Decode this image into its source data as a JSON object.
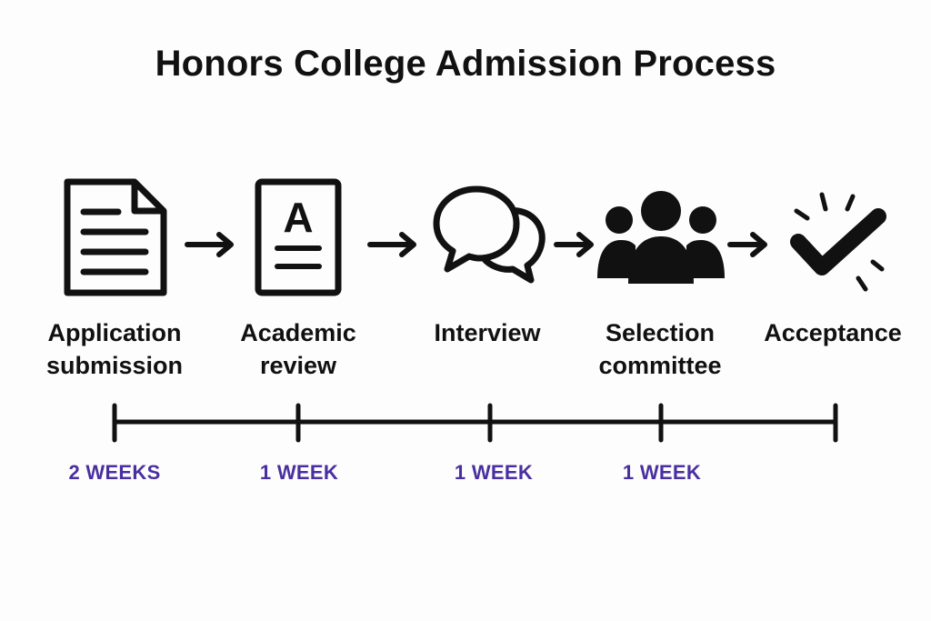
{
  "title": "Honors College Admission Process",
  "colors": {
    "ink": "#111111",
    "duration": "#4a2fa0",
    "background": "#fdfdfd"
  },
  "stages": [
    {
      "label": "Application\nsubmission",
      "icon": "document-icon"
    },
    {
      "label": "Academic\nreview",
      "icon": "graded-document-icon"
    },
    {
      "label": "Interview",
      "icon": "speech-bubbles-icon"
    },
    {
      "label": "Selection\ncommittee",
      "icon": "group-icon"
    },
    {
      "label": "Acceptance",
      "icon": "checkmark-icon"
    }
  ],
  "grade_letter": "A",
  "durations": [
    "2 WEEKS",
    "1 WEEK",
    "1 WEEK",
    "1 WEEK"
  ]
}
